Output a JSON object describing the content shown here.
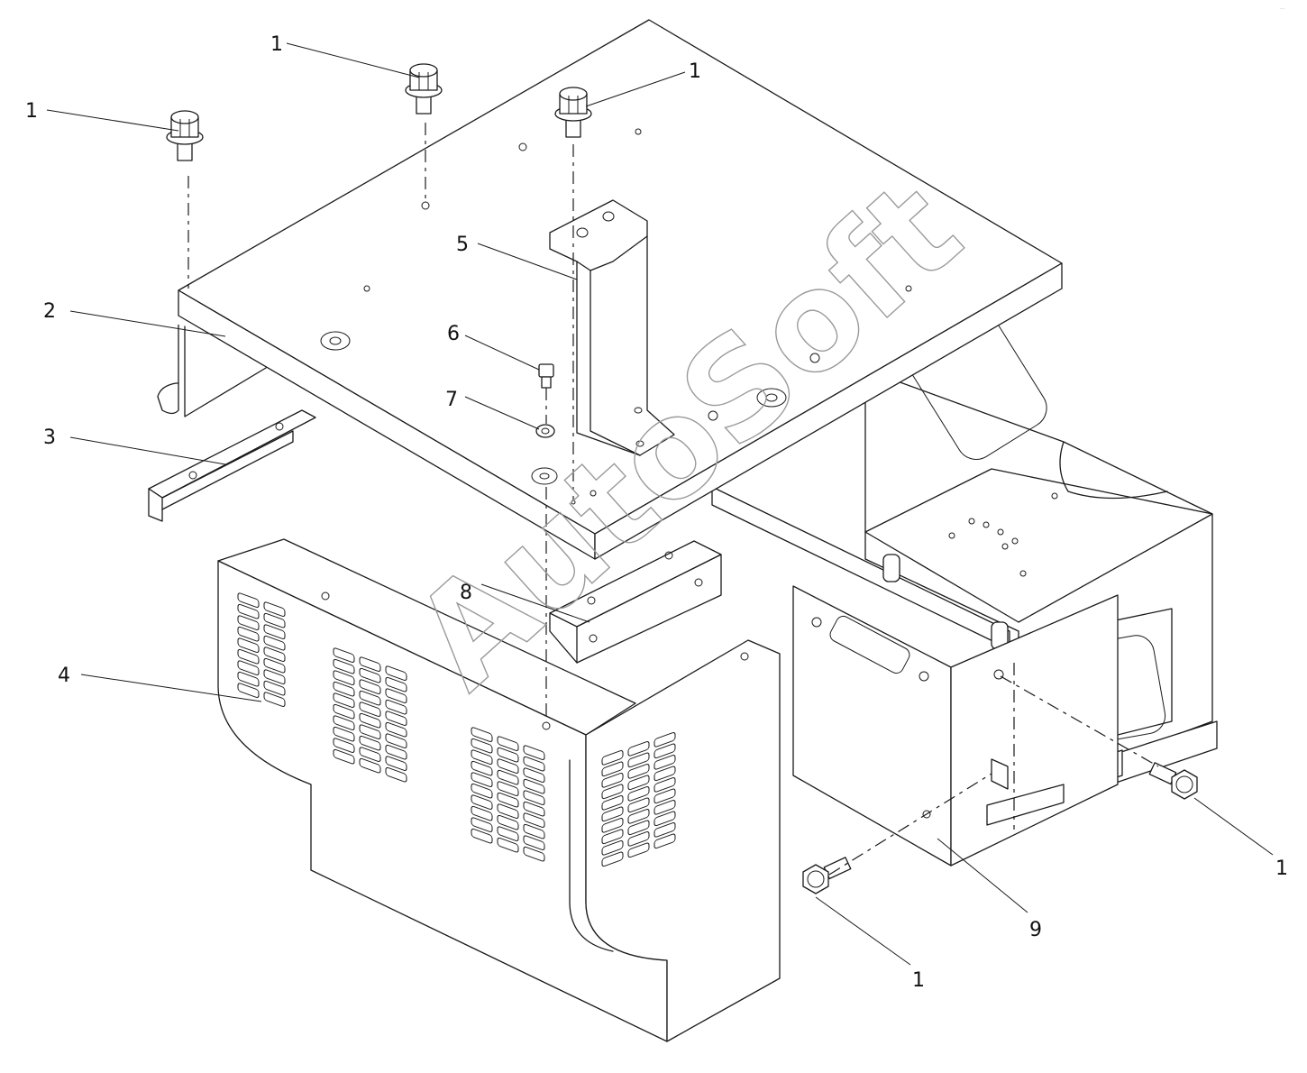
{
  "diagram": {
    "callouts": [
      {
        "id": "c1a",
        "label": "1"
      },
      {
        "id": "c1b",
        "label": "1"
      },
      {
        "id": "c1c",
        "label": "1"
      },
      {
        "id": "c1d",
        "label": "1"
      },
      {
        "id": "c1e",
        "label": "1"
      },
      {
        "id": "c2",
        "label": "2"
      },
      {
        "id": "c3",
        "label": "3"
      },
      {
        "id": "c4",
        "label": "4"
      },
      {
        "id": "c5",
        "label": "5"
      },
      {
        "id": "c6",
        "label": "6"
      },
      {
        "id": "c7",
        "label": "7"
      },
      {
        "id": "c8",
        "label": "8"
      },
      {
        "id": "c9",
        "label": "9"
      }
    ],
    "watermark": "AutoSoft",
    "corner_mark": "..."
  }
}
